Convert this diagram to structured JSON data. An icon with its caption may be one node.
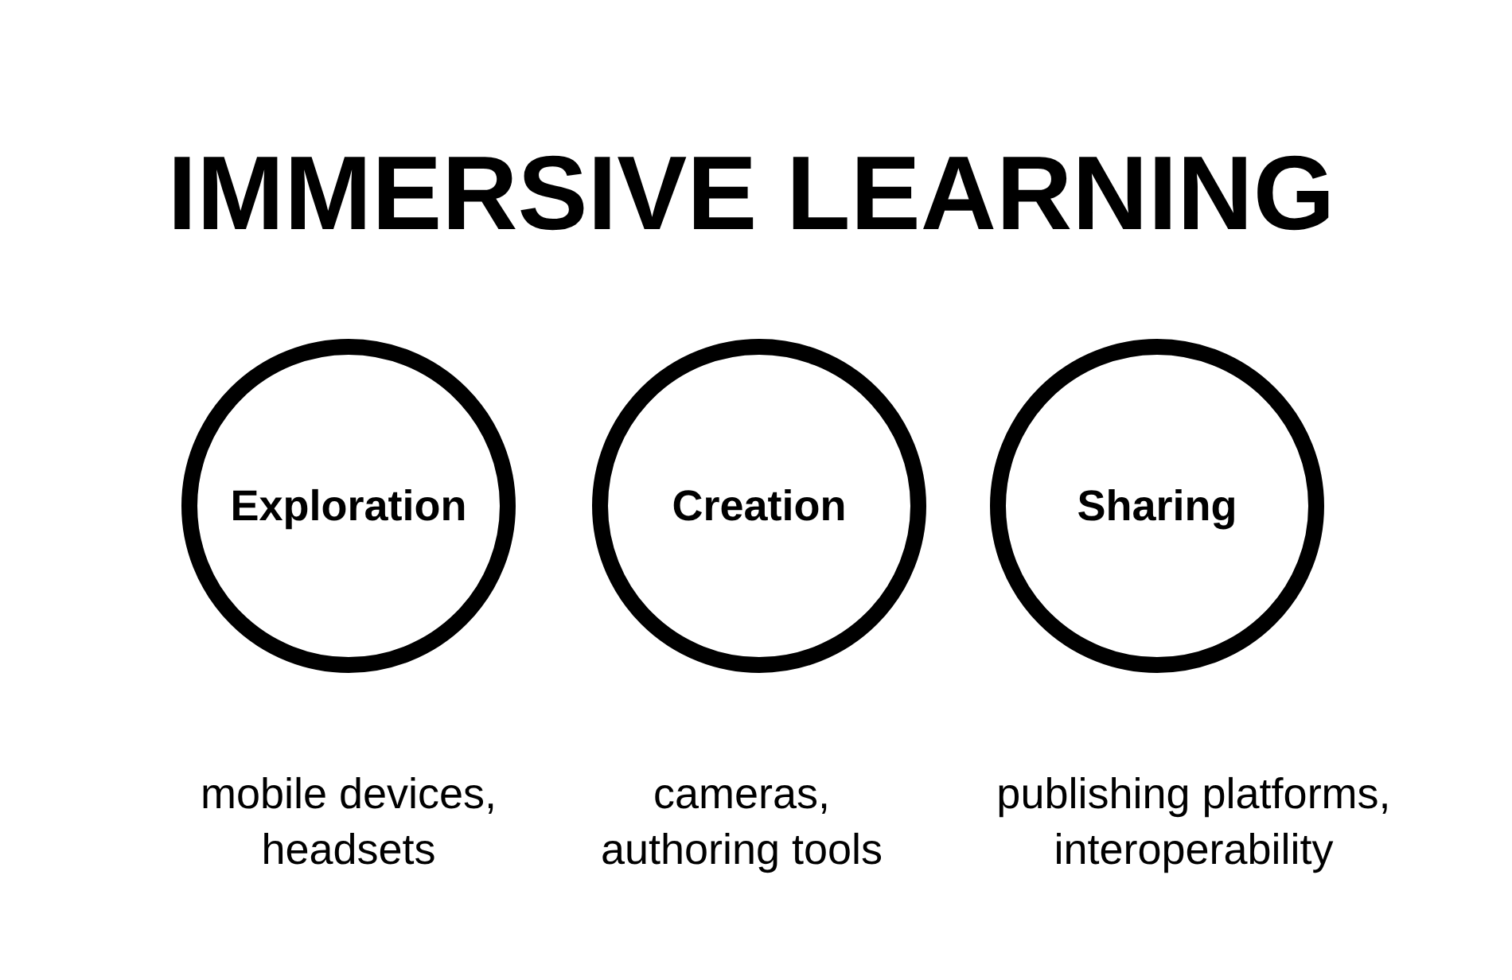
{
  "diagram": {
    "title": "IMMERSIVE LEARNING",
    "nodes": [
      {
        "text": [
          "Exploration"
        ],
        "beside": [
          "mobile devices, headsets"
        ]
      },
      {
        "text": [
          "Creation"
        ],
        "beside": [
          "cameras, authoring tools"
        ]
      },
      {
        "text": [
          "Sharing"
        ],
        "beside": [
          "publishing platforms, interoperability"
        ]
      }
    ]
  }
}
